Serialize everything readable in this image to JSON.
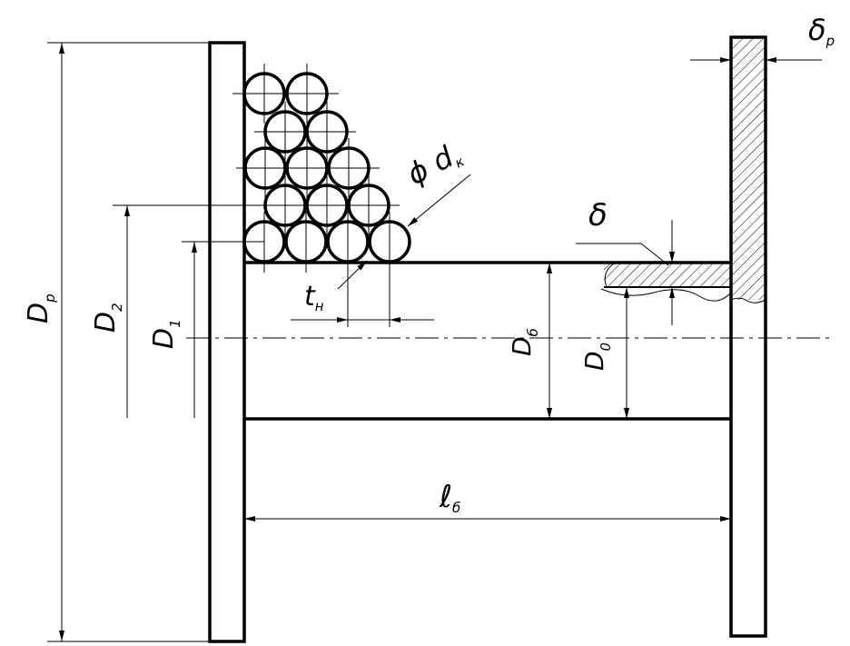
{
  "drawing": {
    "labels": {
      "drum_flange_diameter": {
        "main": "D",
        "sub": "р"
      },
      "outer_winding_diameter": {
        "main": "D",
        "sub": "2"
      },
      "inner_winding_diameter": {
        "main": "D",
        "sub": "1"
      },
      "drum_diameter": {
        "main": "D",
        "sub": "б"
      },
      "bore_diameter": {
        "main": "D",
        "sub": "0"
      },
      "winding_pitch": {
        "main": "t",
        "sub": "н"
      },
      "cable_diameter": {
        "main": "ϕ d",
        "sub": "к"
      },
      "drum_length": {
        "main": "ℓ",
        "sub": "б"
      },
      "wall_thickness": {
        "main": "δ",
        "sub": ""
      },
      "flange_thickness": {
        "main": "δ",
        "sub": "р"
      }
    }
  }
}
